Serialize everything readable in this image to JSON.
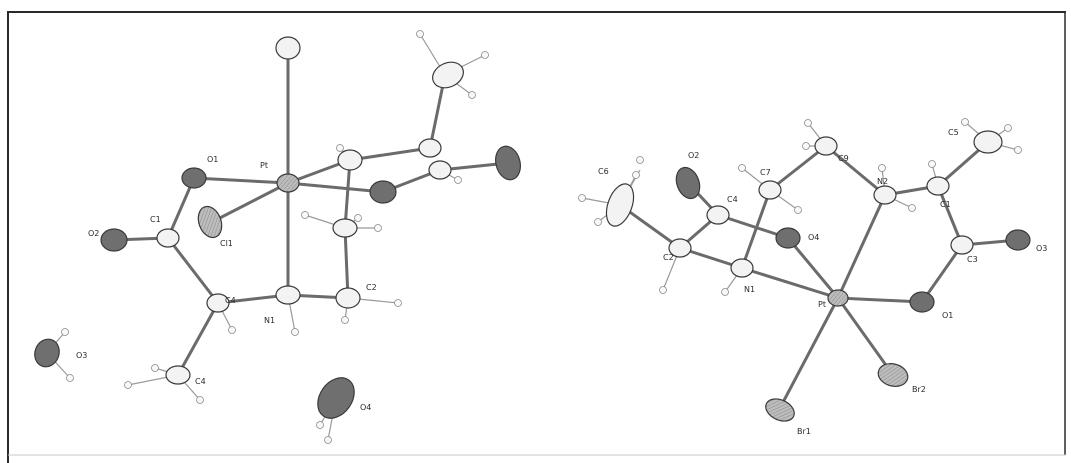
{
  "colors": {
    "frame": "#2a2a2a",
    "bond": "#6b6b6b",
    "dark_atom": "#6f6f6f",
    "light_atom": "#f3f3f3",
    "hydrogen": "#f8f8f8",
    "label": "#2a2a2a"
  },
  "left_molecule": {
    "labels": {
      "pt": "Pt",
      "o1": "O1",
      "o2": "O2",
      "c1": "C1",
      "cl1": "Cl1",
      "c4": "C4",
      "n1": "N1",
      "c2": "C2",
      "o3": "O3",
      "c4b": "C4",
      "o4": "O4"
    }
  },
  "right_molecule": {
    "labels": {
      "c5": "C5",
      "c6": "C6",
      "o2": "O2",
      "c7": "C7",
      "c9": "C9",
      "c4": "C4",
      "n2": "N2",
      "c1": "C1",
      "c2": "C2",
      "o4": "O4",
      "n1": "N1",
      "c3": "C3",
      "o3": "O3",
      "pt": "Pt",
      "o1": "O1",
      "br2": "Br2",
      "br1": "Br1"
    }
  }
}
